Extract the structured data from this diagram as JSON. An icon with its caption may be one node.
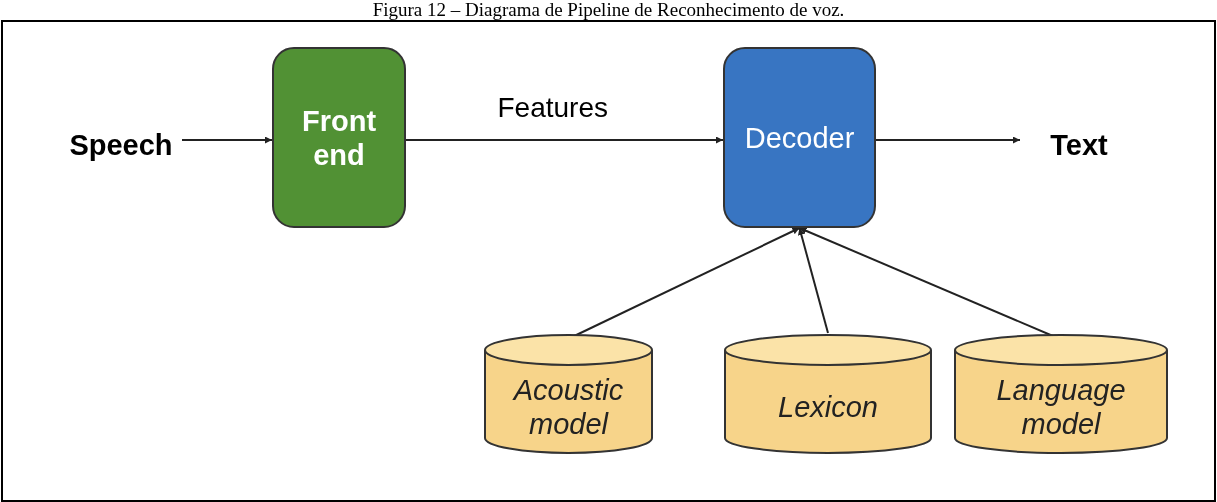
{
  "diagram": {
    "title": "Figura 12 – Diagrama de Pipeline de Reconhecimento de voz.",
    "nodes": [
      {
        "text": [
          "Speech"
        ]
      },
      {
        "text": [
          "Front end"
        ]
      },
      {
        "text": [
          "Decoder"
        ]
      },
      {
        "text": [
          "Text"
        ]
      },
      {
        "text": [
          "Acoustic model"
        ]
      },
      {
        "text": [
          "Lexicon"
        ]
      },
      {
        "text": [
          "Language model"
        ]
      }
    ],
    "edges": [
      {
        "from": 0,
        "to": 1,
        "arrow": "to"
      },
      {
        "from": 1,
        "to": 2,
        "arrow": "to",
        "label": "Features"
      },
      {
        "from": 2,
        "to": 3,
        "arrow": "to"
      },
      {
        "from": 4,
        "to": 2,
        "arrow": "to"
      },
      {
        "from": 5,
        "to": 2,
        "arrow": "to"
      },
      {
        "from": 6,
        "to": 2,
        "arrow": "to"
      }
    ]
  }
}
